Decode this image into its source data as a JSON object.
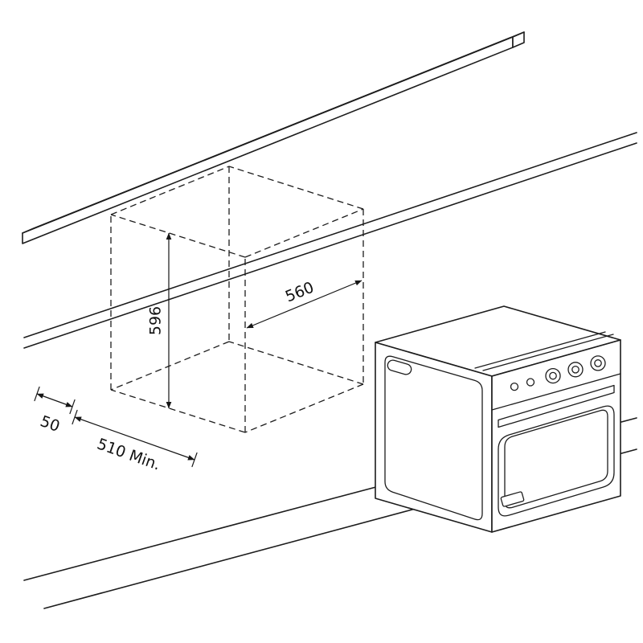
{
  "meta": {
    "background_color": "#ffffff",
    "line_color": "#1c1c1c"
  },
  "diagram": {
    "type": "built-in-oven-installation-cutout",
    "labels": {
      "niche_width": "560",
      "niche_height": "596",
      "front_gap": "50",
      "min_depth": "510 Min."
    }
  }
}
